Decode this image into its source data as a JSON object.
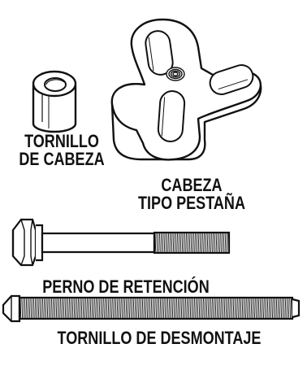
{
  "parts": {
    "collar": {
      "line1": "TORNILLO",
      "line2": "DE CABEZA"
    },
    "flange_head": {
      "line1": "CABEZA",
      "line2": "TIPO PESTAÑA"
    },
    "retaining_bolt": {
      "label": "PERNO DE RETENCIÓN"
    },
    "forcing_screw": {
      "label": "TORNILLO DE DESMONTAJE"
    }
  },
  "colors": {
    "ink": "#111111",
    "paper": "#ffffff"
  }
}
